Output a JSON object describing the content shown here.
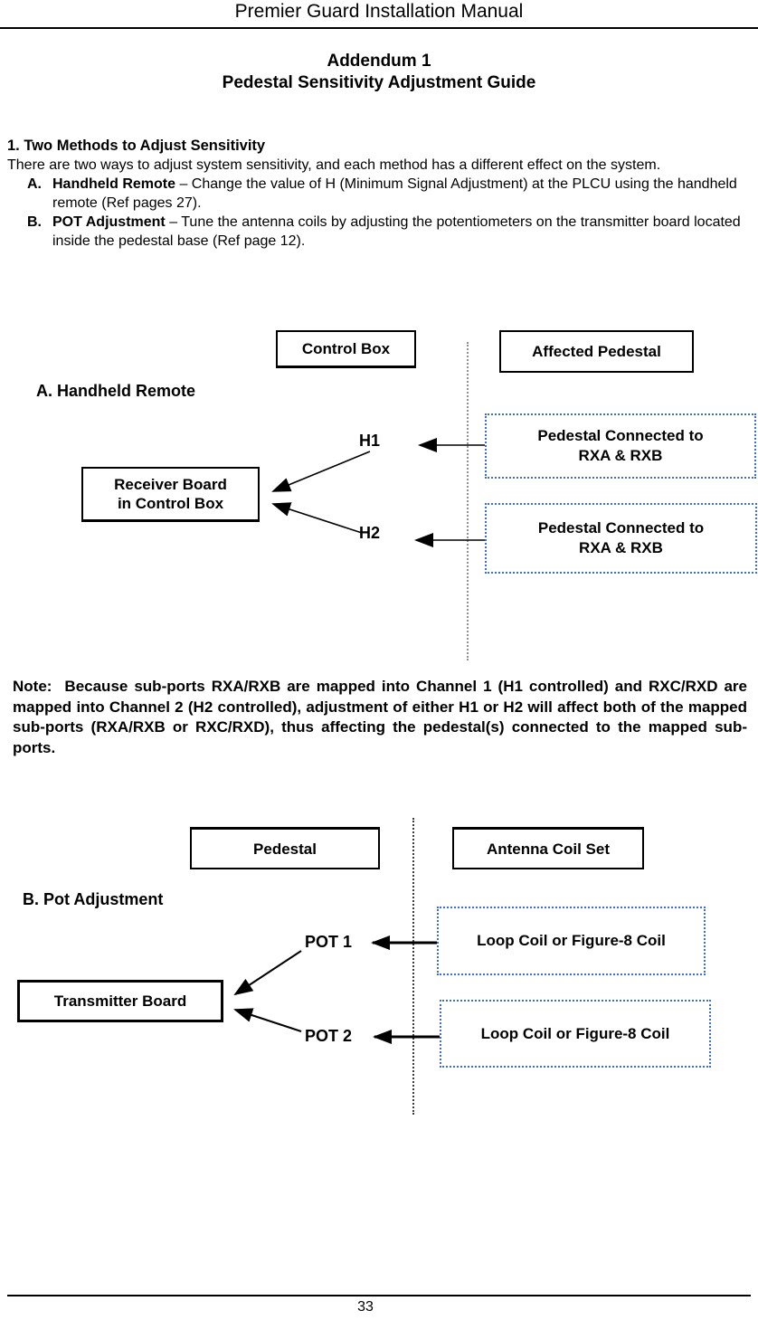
{
  "header": {
    "title": "Premier Guard Installation Manual"
  },
  "footer": {
    "page_number": "33"
  },
  "addendum": {
    "line1": "Addendum 1",
    "line2": "Pedestal Sensitivity Adjustment Guide"
  },
  "section": {
    "heading": "1. Two Methods to Adjust Sensitivity",
    "intro": "There are two ways to adjust system sensitivity, and each method has a different effect on the system.",
    "items": [
      {
        "letter": "A.",
        "term": "Handheld Remote",
        "description": " – Change the value of H (Minimum Signal Adjustment) at the PLCU using the handheld remote (Ref pages 27)."
      },
      {
        "letter": "B.",
        "term": "POT Adjustment",
        "description": " – Tune the antenna coils by adjusting the potentiometers on the transmitter board located inside the pedestal base (Ref page 12)."
      }
    ]
  },
  "diagram_a": {
    "section_label": "A. Handheld Remote",
    "left_column_header": "Control Box",
    "right_column_header": "Affected Pedestal",
    "receiver_node": "Receiver Board\nin Control Box",
    "channel1_label": "H1",
    "channel2_label": "H2",
    "pedestal_node_top": "Pedestal Connected to\nRXA & RXB",
    "pedestal_node_bottom": "Pedestal Connected to\nRXA & RXB"
  },
  "note": {
    "text": "Note:  Because sub-ports RXA/RXB are mapped into Channel 1 (H1 controlled) and RXC/RXD are mapped into Channel 2 (H2 controlled), adjustment of either H1 or H2 will affect both of the mapped sub-ports (RXA/RXB or RXC/RXD), thus affecting the pedestal(s) connected to the mapped sub-ports."
  },
  "diagram_b": {
    "section_label": "B. Pot Adjustment",
    "left_column_header": "Pedestal",
    "right_column_header": "Antenna Coil Set",
    "transmitter_node": "Transmitter Board",
    "pot1_label": "POT 1",
    "pot2_label": "POT 2",
    "coil_node_top": "Loop Coil or Figure-8 Coil",
    "coil_node_bottom": "Loop Coil or Figure-8 Coil"
  },
  "colors": {
    "coil_box_border_blue": "#3a6bd6",
    "separator_gray": "#8f8f8f",
    "text_black": "#000000"
  }
}
